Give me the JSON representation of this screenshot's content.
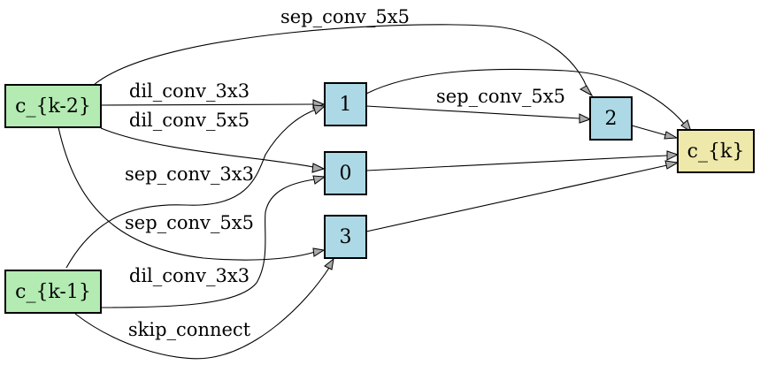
{
  "colors": {
    "input_node_fill": "#b3ebb2",
    "op_node_fill": "#add8e6",
    "output_node_fill": "#eee8aa",
    "arrowhead_fill": "#a9a9a9",
    "edge_stroke": "#000000"
  },
  "nodes": {
    "c_k_2": "c_{k-2}",
    "c_k_1": "c_{k-1}",
    "n0": "0",
    "n1": "1",
    "n2": "2",
    "n3": "3",
    "c_k": "c_{k}"
  },
  "edges": [
    {
      "from": "c_{k-2}",
      "to": "2",
      "label": "sep_conv_5x5"
    },
    {
      "from": "c_{k-2}",
      "to": "1",
      "label": "dil_conv_3x3"
    },
    {
      "from": "c_{k-2}",
      "to": "0",
      "label": "dil_conv_5x5"
    },
    {
      "from": "c_{k-1}",
      "to": "1",
      "label": "sep_conv_3x3"
    },
    {
      "from": "c_{k-2}",
      "to": "3",
      "label": "sep_conv_5x5"
    },
    {
      "from": "c_{k-1}",
      "to": "0",
      "label": "dil_conv_3x3"
    },
    {
      "from": "c_{k-1}",
      "to": "3",
      "label": "skip_connect"
    },
    {
      "from": "1",
      "to": "2",
      "label": "sep_conv_5x5"
    },
    {
      "from": "1",
      "to": "c_{k}",
      "label": ""
    },
    {
      "from": "2",
      "to": "c_{k}",
      "label": ""
    },
    {
      "from": "0",
      "to": "c_{k}",
      "label": ""
    },
    {
      "from": "3",
      "to": "c_{k}",
      "label": ""
    }
  ]
}
